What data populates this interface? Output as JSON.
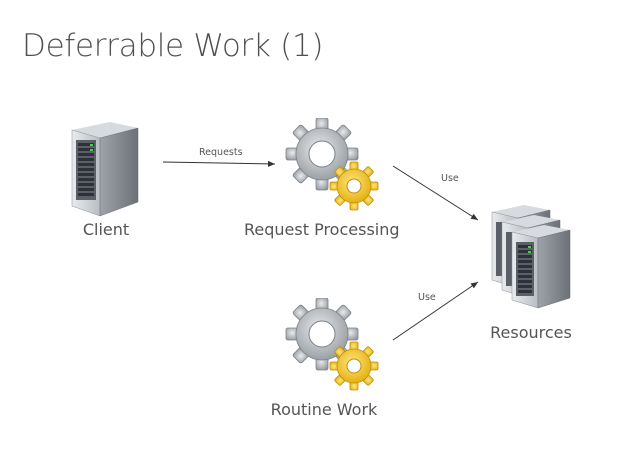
{
  "title": "Deferrable Work (1)",
  "nodes": {
    "client": {
      "label": "Client",
      "icon": "server-icon"
    },
    "request_processing": {
      "label": "Request Processing",
      "icon": "gears-icon"
    },
    "routine_work": {
      "label": "Routine Work",
      "icon": "gears-icon"
    },
    "resources": {
      "label": "Resources",
      "icon": "server-cluster-icon"
    }
  },
  "edges": [
    {
      "from": "client",
      "to": "request_processing",
      "label": "Requests"
    },
    {
      "from": "request_processing",
      "to": "resources",
      "label": "Use"
    },
    {
      "from": "routine_work",
      "to": "resources",
      "label": "Use"
    }
  ],
  "colors": {
    "server_body": "#c9ccd0",
    "server_dark": "#6f747b",
    "gear_gray": "#9aa0a6",
    "gear_yellow": "#f2c21a",
    "arrow": "#333333"
  }
}
